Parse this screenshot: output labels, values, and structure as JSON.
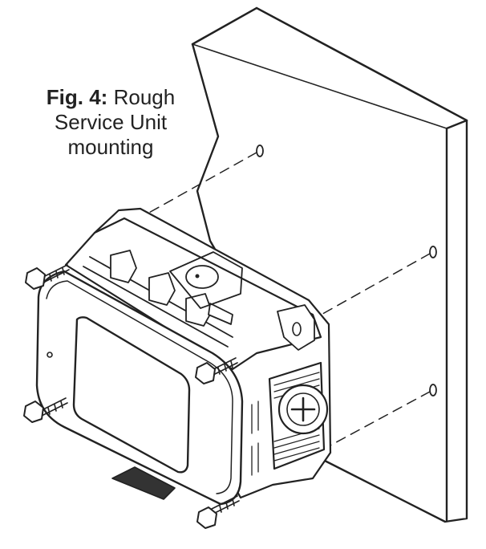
{
  "figure": {
    "label": "Fig. 4:",
    "caption_line1": "Rough",
    "caption_line2": "Service Unit",
    "caption_line3": "mounting"
  },
  "colors": {
    "ink": "#222222",
    "paper": "#ffffff",
    "strap": "#333333"
  },
  "icons": {
    "knob": "cross-knob-icon",
    "screw": "hex-screw-icon"
  }
}
